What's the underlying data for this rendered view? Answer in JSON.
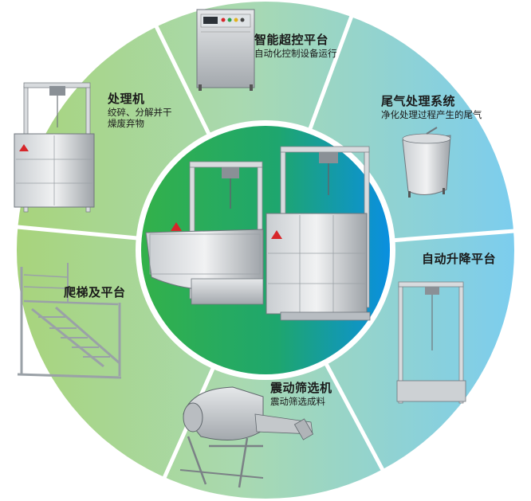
{
  "center": {
    "machine": "main-processing-machine"
  },
  "segments": [
    {
      "id": "control",
      "title": "智能超控平台",
      "subtitle": "自动化控制设备运行",
      "icon": "control-cabinet-icon",
      "color": "#a9d6a6"
    },
    {
      "id": "exhaust",
      "title": "尾气处理系统",
      "subtitle": "净化处理过程产生的尾气",
      "icon": "exhaust-tank-icon",
      "color": "#b3ddef"
    },
    {
      "id": "lift",
      "title": "自动升降平台",
      "subtitle": "",
      "icon": "lift-frame-icon",
      "color": "#b9e0f1"
    },
    {
      "id": "sieve",
      "title": "震动筛选机",
      "subtitle": "震动筛选成料",
      "icon": "vibrating-sieve-icon",
      "color": "#cbe8c4"
    },
    {
      "id": "ladder",
      "title": "爬梯及平台",
      "subtitle": "",
      "icon": "ladder-platform-icon",
      "color": "#d6ebb3"
    },
    {
      "id": "processor",
      "title": "处理机",
      "subtitle": "绞碎、分解并干\n燥废弃物",
      "icon": "processor-machine-icon",
      "color": "#c6e4a6"
    }
  ],
  "colors": {
    "ring_green": "#9fd183",
    "ring_blue": "#6ec6ea",
    "center_green": "#22a53a",
    "center_blue": "#0d8fdc"
  }
}
